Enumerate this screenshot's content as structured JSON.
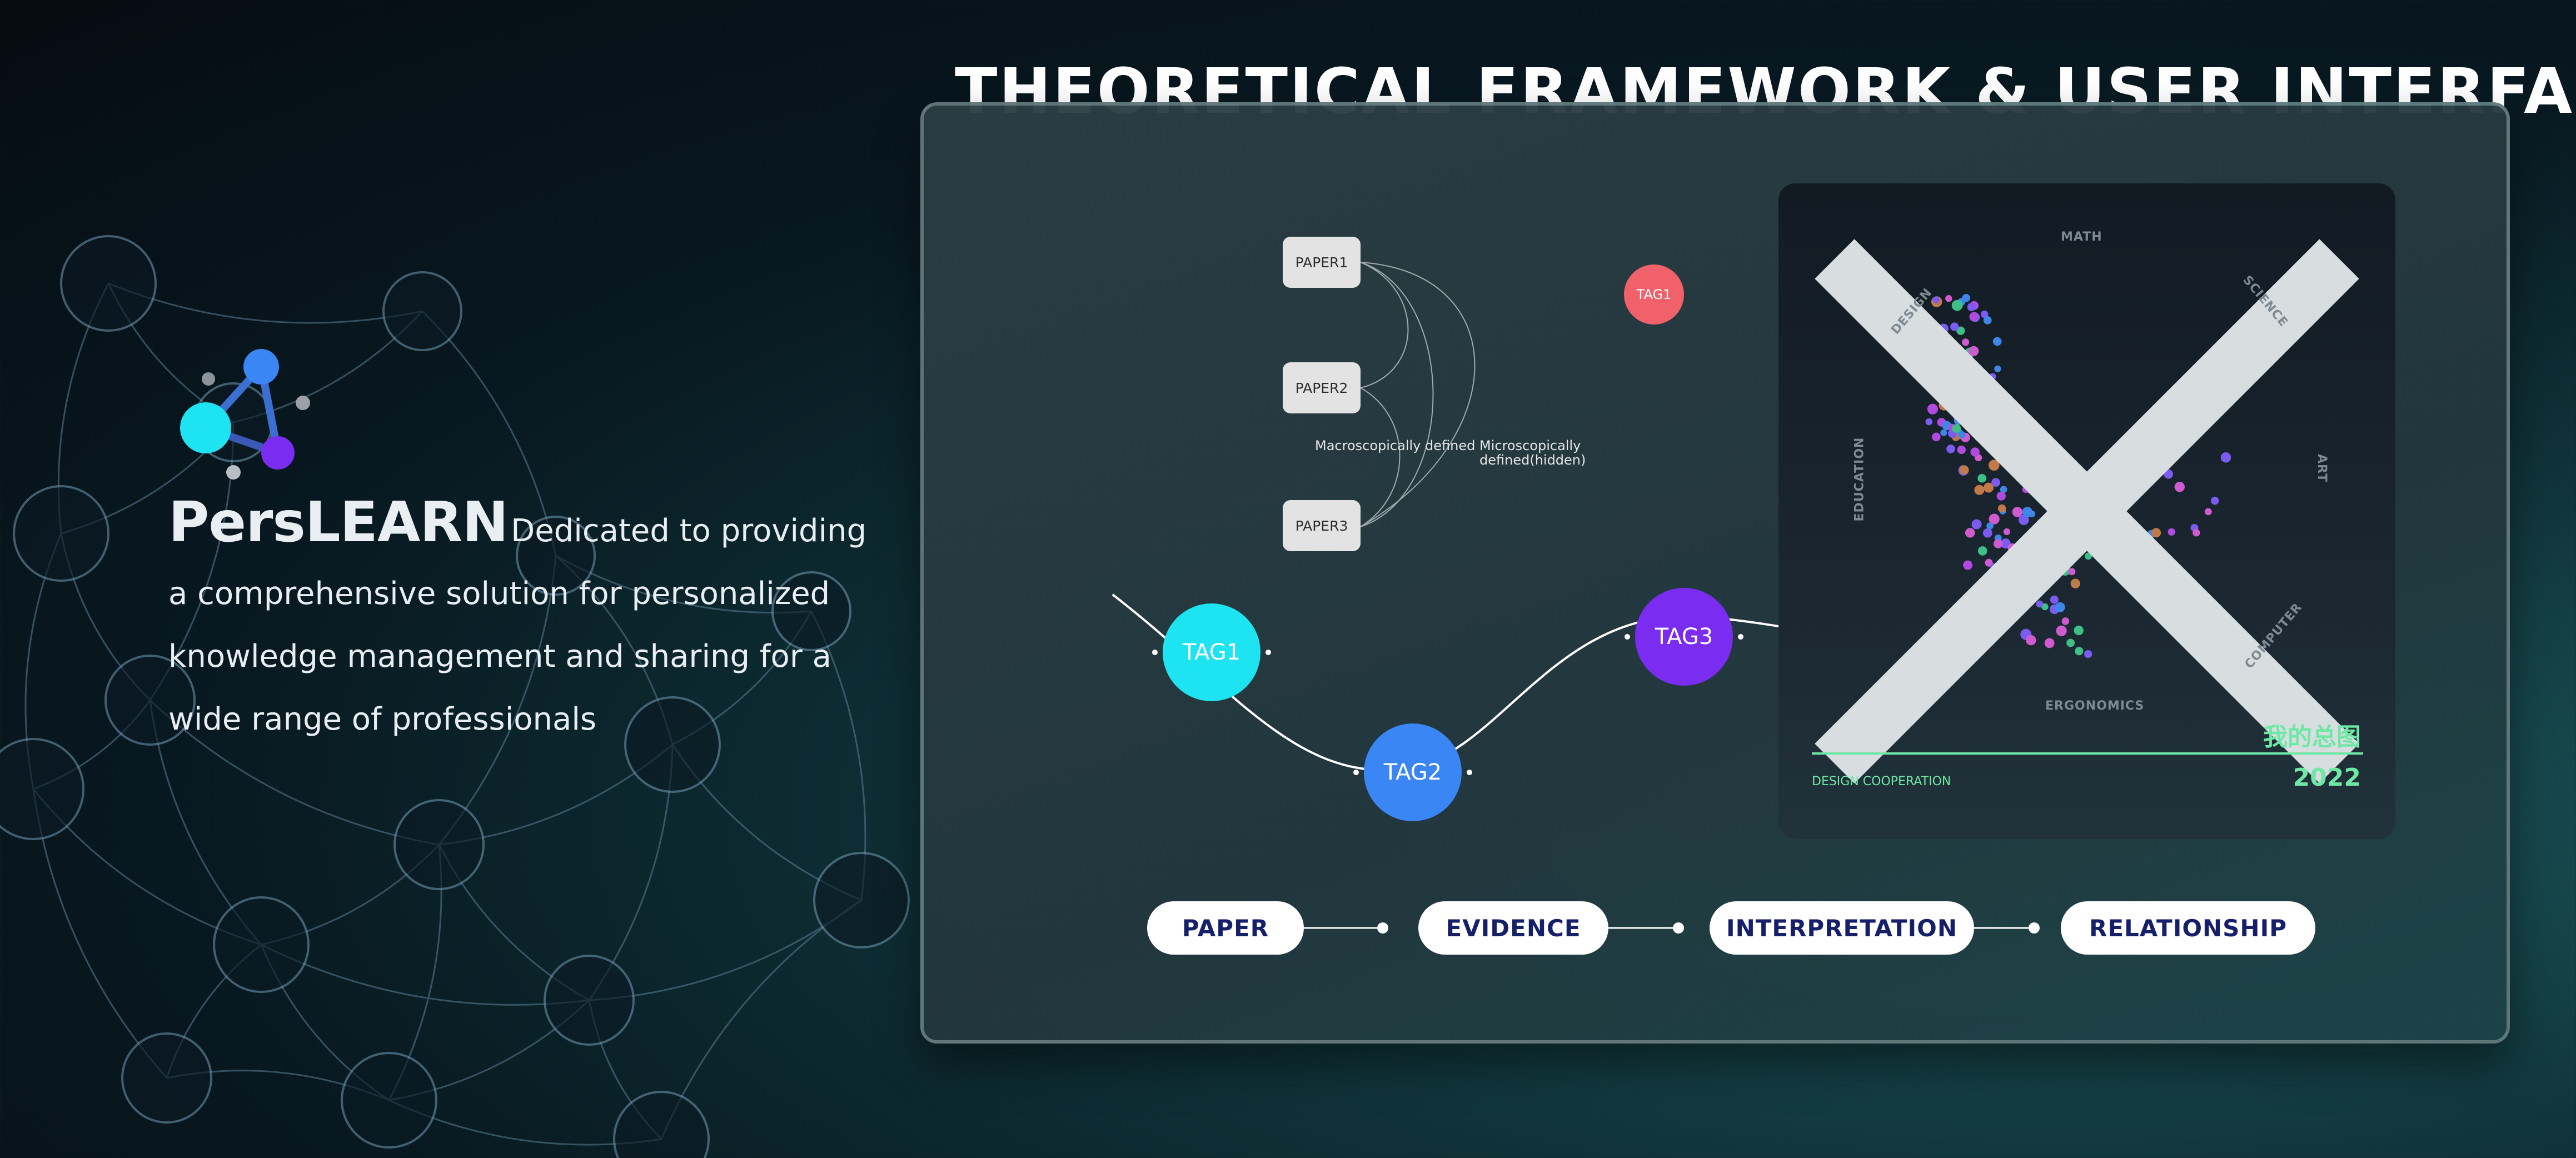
{
  "brand": {
    "name": "PersLEARN",
    "tagline": "Dedicated to providing a comprehensive solution for personalized knowledge management and sharing for a wide range of professionals"
  },
  "headline": "THEORETICAL FRAMEWORK & USER INTERFACE",
  "framework": {
    "papers": [
      "PAPER1",
      "PAPER2",
      "PAPER3"
    ],
    "small_tag": "TAG1",
    "notes": {
      "macro": "Macroscopically defined",
      "micro_line1": "Microscopically",
      "micro_line2": "defined(hidden)"
    },
    "tags": [
      {
        "label": "TAG1",
        "color": "#1ee3f0"
      },
      {
        "label": "TAG2",
        "color": "#3b86f5"
      },
      {
        "label": "TAG3",
        "color": "#7a2cf0"
      }
    ],
    "pipeline": [
      "PAPER",
      "EVIDENCE",
      "INTERPRETATION",
      "RELATIONSHIP"
    ]
  },
  "map_card": {
    "categories": [
      "MATH",
      "SCIENCE",
      "ART",
      "COMPUTER",
      "ERGONOMICS",
      "EDUCATION",
      "DESIGN"
    ],
    "title": "我的总图",
    "footer": "DESIGN COOPERATION",
    "year": "2022",
    "accent": "#6fe8a6",
    "close_icon": "close-icon"
  },
  "colors": {
    "cyan": "#1ee3f0",
    "blue": "#3b86f5",
    "purple": "#7a2cf0",
    "coral": "#f0616a",
    "green": "#3dbf86"
  }
}
